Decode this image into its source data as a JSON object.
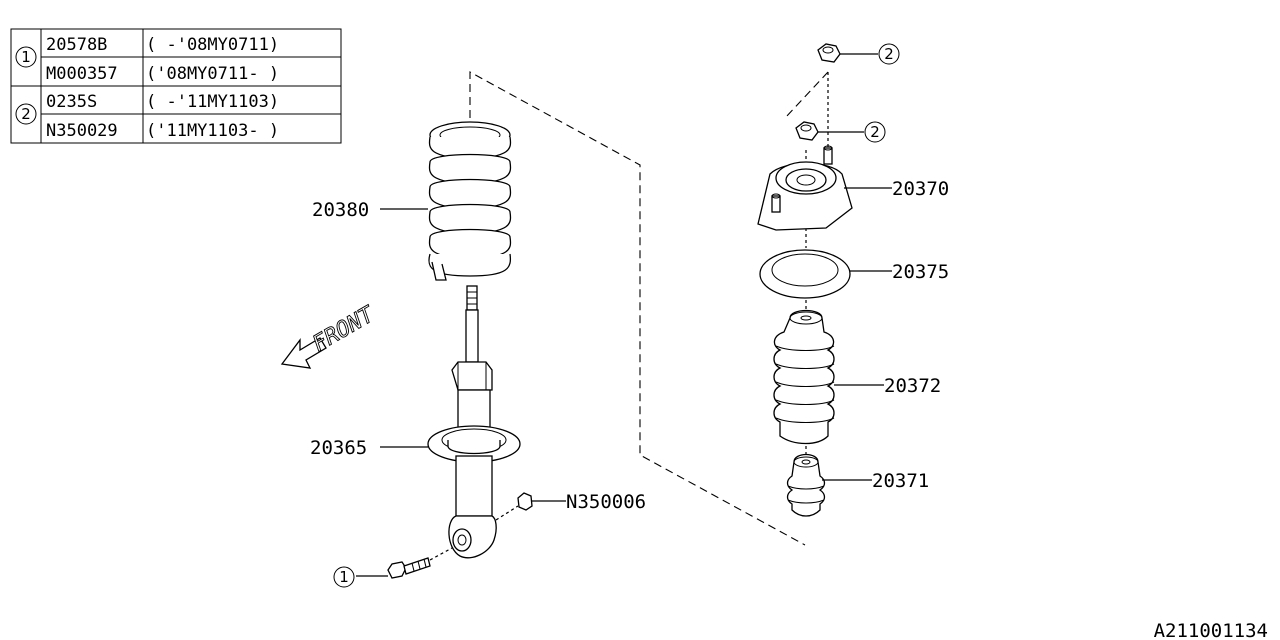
{
  "legend_table": {
    "groups": [
      {
        "ref": "1",
        "rows": [
          {
            "part": "20578B",
            "range": "(     -'08MY0711)"
          },
          {
            "part": "M000357",
            "range": "('08MY0711-     )"
          }
        ]
      },
      {
        "ref": "2",
        "rows": [
          {
            "part": "0235S",
            "range": "(     -'11MY1103)"
          },
          {
            "part": "N350029",
            "range": "('11MY1103-     )"
          }
        ]
      }
    ]
  },
  "labels": {
    "coil_spring": "20380",
    "strut": "20365",
    "nut": "N350006",
    "mount": "20370",
    "seat": "20375",
    "boot": "20372",
    "bumper": "20371"
  },
  "callouts": {
    "bolt_ref": "1",
    "top_nut_ref": "2",
    "mount_nut_ref": "2"
  },
  "front_label": "FRONT",
  "drawing_id": "A211001134"
}
